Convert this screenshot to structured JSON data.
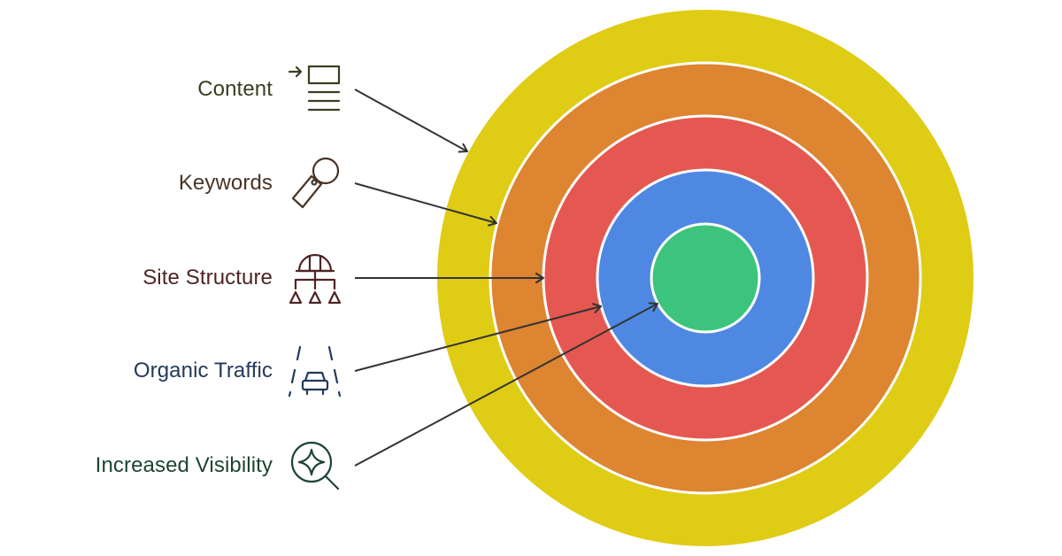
{
  "colors": {
    "ring_outer": "#dfcc15",
    "ring_2": "#dd8530",
    "ring_3": "#e55851",
    "ring_4": "#4f88e3",
    "ring_core": "#3cc47c",
    "ring_divider": "#ffffff",
    "arrow": "#333333"
  },
  "layers": [
    {
      "label": "Content",
      "icon": "content-icon",
      "color": "#3d3d22",
      "ring": 0
    },
    {
      "label": "Keywords",
      "icon": "tag-icon",
      "color": "#4a3426",
      "ring": 1
    },
    {
      "label": "Site Structure",
      "icon": "hierarchy-icon",
      "color": "#4f2424",
      "ring": 2
    },
    {
      "label": "Organic Traffic",
      "icon": "road-car-icon",
      "color": "#233a5a",
      "ring": 3
    },
    {
      "label": "Increased Visibility",
      "icon": "search-sparkle-icon",
      "color": "#1e4432",
      "ring": 4
    }
  ]
}
